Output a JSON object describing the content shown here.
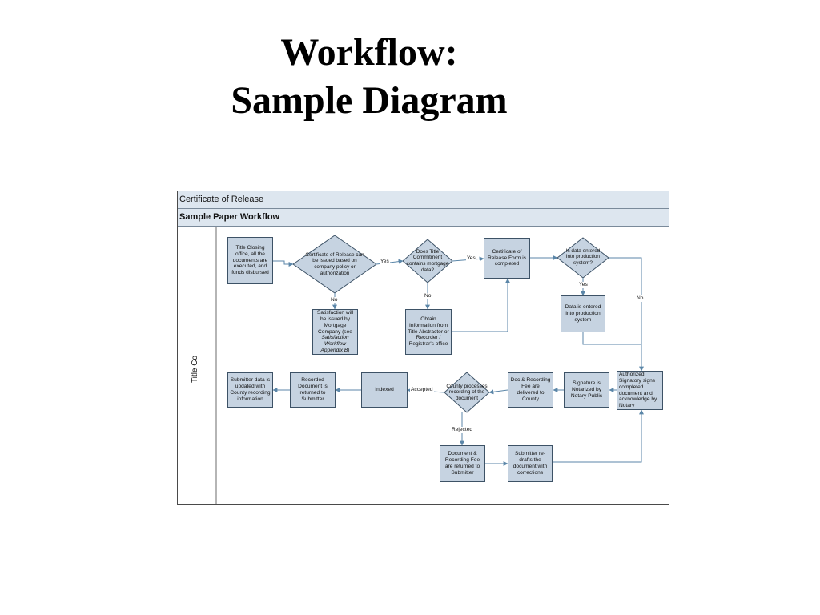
{
  "slide": {
    "title_line1": "Workflow:",
    "title_line2": "Sample Diagram"
  },
  "diagram": {
    "header": "Certificate of Release",
    "subheader": "Sample Paper Workflow",
    "lane": "Title Co",
    "nodes": {
      "title_closing": "Title Closing office, all the documents are executed, and funds disbursed",
      "can_release": "Certificate of Release can be issued based on company policy or authorization",
      "satisfaction_text": "Satisfaction will be issued by Mortgage Company (see",
      "satisfaction_italic": "Satisfaction Workflow Appendix B",
      "satisfaction_close": ")",
      "title_commitment": "Does Title Commitment contains mortgage data?",
      "obtain_info": "Obtain Information from Title Abstractor or Recorder / Registrar's office",
      "form_completed": "Certificate of Release Form is completed",
      "data_entered_q": "Is data entered into production system?",
      "data_entered": "Data is entered into production system",
      "authorized": "Authorized Signatory signs completed document and acknowledge by Notary",
      "notarized": "Signature is Notarized by Notary Public",
      "delivered": "Doc & Recording Fee are delivered to County",
      "county_processes": "County processes recording of the document",
      "indexed": "Indexed",
      "recorded": "Recorded Document is returned to Submitter",
      "submitter_updated": "Submitter data is updated with County recording information",
      "returned": "Document & Recording Fee are returned to Submitter",
      "redrafts": "Submitter re-drafts the document with corrections"
    },
    "edge_labels": {
      "yes1": "Yes",
      "yes2": "Yes",
      "no1": "No",
      "no2": "No",
      "yes3": "Yes",
      "no3": "No",
      "accepted": "Accepted",
      "rejected": "Rejected"
    },
    "colors": {
      "node_fill": "#c6d3e1",
      "node_border": "#3d5266",
      "connector": "#5b86a8",
      "header_fill": "#dde6ef"
    }
  }
}
